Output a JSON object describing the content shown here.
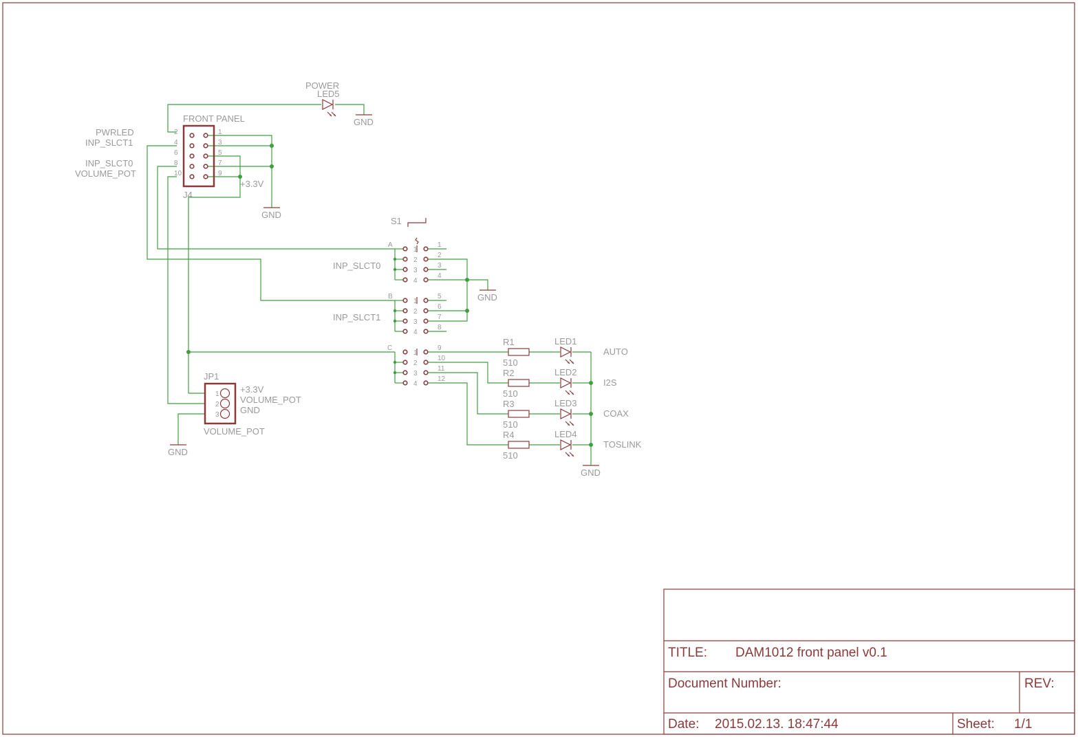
{
  "labels": {
    "power_led_value": "POWER",
    "power_led_name": "LED5",
    "front_panel_value": "FRONT PANEL",
    "j4_name": "J4",
    "net_pwrled": "PWRLED",
    "net_inp_slct1": "INP_SLCT1",
    "net_inp_slct0": "INP_SLCT0",
    "net_volume_pot": "VOLUME_POT",
    "net_3v3": "+3.3V",
    "gnd": "GND",
    "s1_name": "S1",
    "sw_a": "A",
    "sw_b": "B",
    "sw_c": "C",
    "sw_inp_slct0": "INP_SLCT0",
    "sw_inp_slct1": "INP_SLCT1",
    "jp1_name": "JP1",
    "jp1_pin1": "+3.3V",
    "jp1_pin2": "VOLUME_POT",
    "jp1_pin3": "GND",
    "jp1_value": "VOLUME_POT",
    "r1": "R1",
    "r2": "R2",
    "r3": "R3",
    "r4": "R4",
    "r_val": "510",
    "led1": "LED1",
    "led2": "LED2",
    "led3": "LED3",
    "led4": "LED4",
    "auto": "AUTO",
    "i2s": "I2S",
    "coax": "COAX",
    "toslink": "TOSLINK"
  },
  "pins": {
    "j4_left": [
      "2",
      "4",
      "6",
      "8",
      "10"
    ],
    "j4_right": [
      "1",
      "3",
      "5",
      "7",
      "9"
    ],
    "sw_inner": [
      "1",
      "2",
      "3",
      "4"
    ],
    "sw_a_out": [
      "1",
      "2",
      "3",
      "4"
    ],
    "sw_b_out": [
      "5",
      "6",
      "7",
      "8"
    ],
    "sw_c_out": [
      "9",
      "10",
      "11",
      "12"
    ],
    "jp1": [
      "1",
      "2",
      "3"
    ]
  },
  "title_block": {
    "title_label": "TITLE:",
    "title_value": "DAM1012 front panel v0.1",
    "docnum_label": "Document Number:",
    "rev_label": "REV:",
    "date_label": "Date:",
    "date_value": "2015.02.13. 18:47:44",
    "sheet_label": "Sheet:",
    "sheet_value": "1/1"
  },
  "colors": {
    "wire": "#3f9f3f",
    "component": "#8b3a3a",
    "text": "#9a9a9a"
  }
}
